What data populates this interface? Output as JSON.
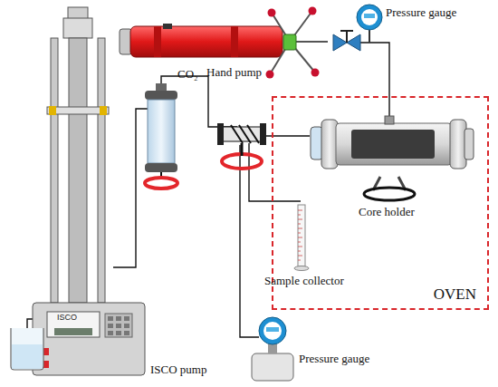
{
  "diagram": {
    "nodes": [
      {
        "text": [
          "OVEN"
        ]
      }
    ],
    "labels": [
      "Pressure gauge",
      "Hand pump",
      "CO₂",
      "Core holder",
      "Sample collector",
      "ISCO",
      "ISCO pump",
      "Pressure gauge"
    ]
  }
}
